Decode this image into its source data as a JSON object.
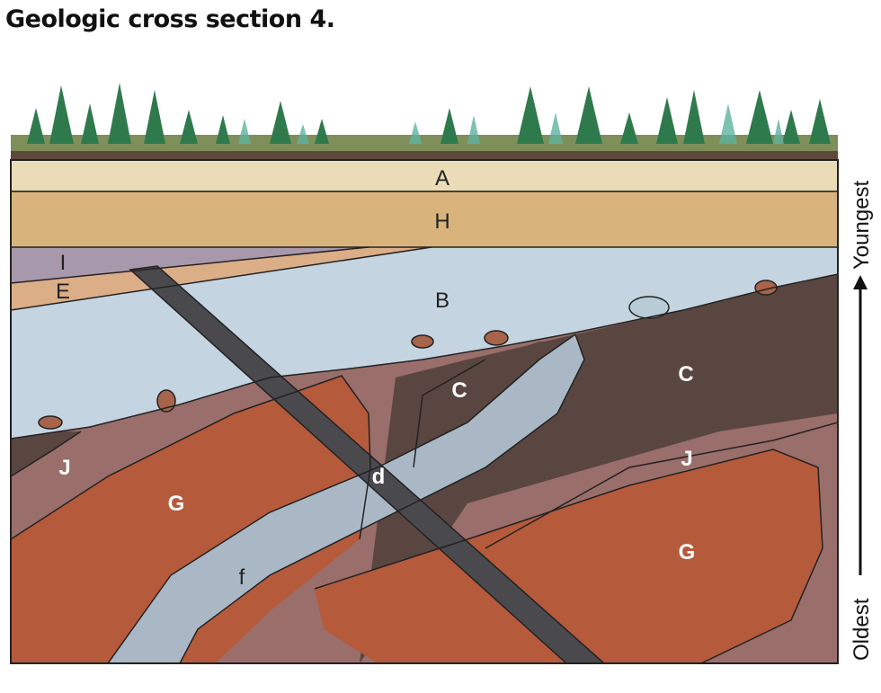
{
  "title": "Geologic cross section 4.",
  "axis": {
    "top_label": "Youngest",
    "bottom_label": "Oldest"
  },
  "units": {
    "A": "A",
    "H": "H",
    "I": "I",
    "E": "E",
    "B": "B",
    "C_left": "C",
    "C_right": "C",
    "J_left": "J",
    "J_right": "J",
    "G_left": "G",
    "G_right": "G",
    "d": "d",
    "f": "f"
  },
  "colors": {
    "A": "#e9dcb6",
    "H": "#d8b47c",
    "I": "#a898ac",
    "E": "#dcae88",
    "B": "#c4d4e0",
    "C": "#5a4640",
    "J": "#9a6e6a",
    "G": "#b65a3c",
    "d": "#4a4a4e",
    "f": "#aab8c6",
    "pebble_brown": "#a8644a",
    "pebble_blue": "#b8ccd8"
  }
}
